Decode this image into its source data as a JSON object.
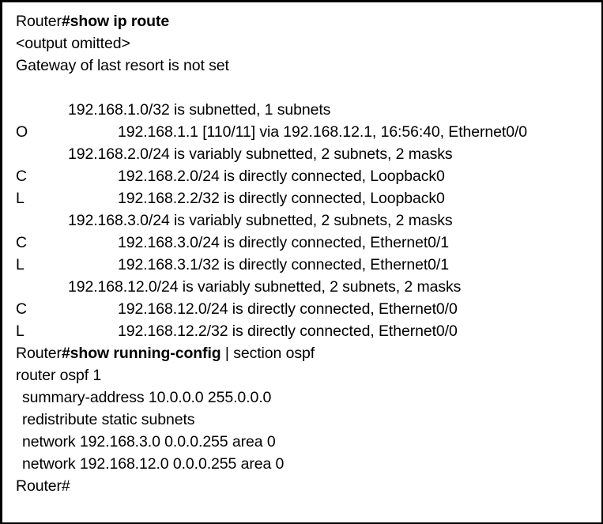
{
  "terminal": {
    "prompt": "Router",
    "command_1": {
      "prompt": "Router",
      "command": "#show ip route"
    },
    "omitted_notice": "<output omitted>",
    "gateway_line": "Gateway of last resort is not set",
    "blank_line": "",
    "route_blocks": [
      {
        "header": "192.168.1.0/32 is subnetted, 1 subnets",
        "entries": [
          {
            "code": "O",
            "text": "192.168.1.1 [110/11] via 192.168.12.1, 16:56:40, Ethernet0/0"
          }
        ]
      },
      {
        "header": "192.168.2.0/24 is variably subnetted, 2 subnets, 2 masks",
        "entries": [
          {
            "code": "C",
            "text": "192.168.2.0/24 is directly connected, Loopback0"
          },
          {
            "code": "L",
            "text": "192.168.2.2/32 is directly connected, Loopback0"
          }
        ]
      },
      {
        "header": "192.168.3.0/24 is variably subnetted, 2 subnets, 2 masks",
        "entries": [
          {
            "code": "C",
            "text": "192.168.3.0/24 is directly connected, Ethernet0/1"
          },
          {
            "code": "L",
            "text": "192.168.3.1/32 is directly connected, Ethernet0/1"
          }
        ]
      },
      {
        "header": "192.168.12.0/24 is variably subnetted, 2 subnets, 2 masks",
        "entries": [
          {
            "code": "C",
            "text": "192.168.12.0/24 is directly connected, Ethernet0/0"
          },
          {
            "code": "L",
            "text": "192.168.12.2/32 is directly connected, Ethernet0/0"
          }
        ]
      }
    ],
    "command_2": {
      "prompt": "Router",
      "command_bold": "#show running-config",
      "command_rest": " | section ospf"
    },
    "config_block": {
      "process_line": "router ospf 1",
      "lines": [
        "summary-address 10.0.0.0 255.0.0.0",
        "redistribute static subnets",
        "network 192.168.3.0 0.0.0.255 area 0",
        "network 192.168.12.0 0.0.0.255 area 0"
      ]
    },
    "final_prompt": "Router#"
  }
}
